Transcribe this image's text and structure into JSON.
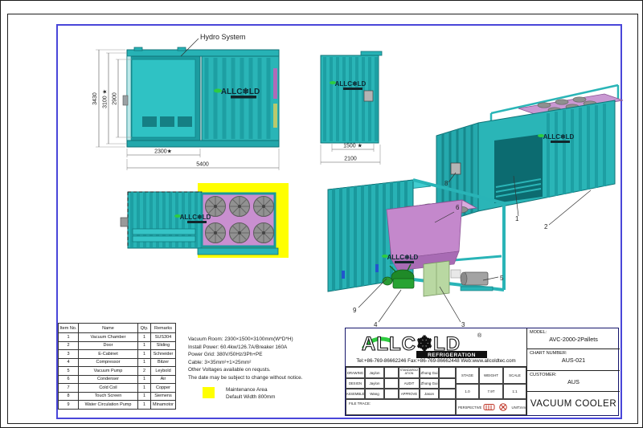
{
  "sheet": {
    "hydro_label": "Hydro System",
    "dimensions": {
      "front_height_outer": "3430",
      "front_height_mid": "3100 ★",
      "front_height_inner": "2900",
      "front_width_door": "2300★",
      "front_width_total": "5400",
      "side_width_inner": "1500 ★",
      "side_width_total": "2100"
    },
    "callouts": {
      "c1": "1",
      "c2": "2",
      "c3": "3",
      "c4": "4",
      "c5": "5",
      "c6": "6",
      "c8": "8",
      "c9": "9"
    }
  },
  "logo": {
    "wordmark": "ALLC❄LD",
    "registered": "®",
    "subtitle": "REFRIGERATION"
  },
  "parts_table": {
    "headers": [
      "Item No.",
      "Name",
      "Qty.",
      "Remarks"
    ],
    "rows": [
      {
        "no": "1",
        "name": "Vacuum Chamber",
        "qty": "1",
        "remarks": "SUS304"
      },
      {
        "no": "2",
        "name": "Door",
        "qty": "1",
        "remarks": "Sliding"
      },
      {
        "no": "3",
        "name": "E-Cabinet",
        "qty": "1",
        "remarks": "Schneider"
      },
      {
        "no": "4",
        "name": "Compressor",
        "qty": "1",
        "remarks": "Bitzer"
      },
      {
        "no": "5",
        "name": "Vacuum Pump",
        "qty": "2",
        "remarks": "Leybold"
      },
      {
        "no": "6",
        "name": "Condenser",
        "qty": "1",
        "remarks": "Air"
      },
      {
        "no": "7",
        "name": "Cold Coil",
        "qty": "1",
        "remarks": "Copper"
      },
      {
        "no": "8",
        "name": "Touch Screen",
        "qty": "1",
        "remarks": "Siemens"
      },
      {
        "no": "9",
        "name": "Water Circulation Pump",
        "qty": "1",
        "remarks": "Minamotor"
      }
    ]
  },
  "notes": {
    "lines": [
      "Vacuum Room:  2300×1500×3100mm(W*D*H)",
      "Install Power:  60.4kw/126.7A/Breaker 160A",
      "Power Grid:  380V/50Hz/3Ph+PE",
      "Cable:  3×35mm²+1×25mm²",
      "Other Voltages available on requsts.",
      "The date may be subject to change without notice."
    ],
    "legend": {
      "maintenance": "Maintenance Area",
      "default_width": "Default Width 800mm"
    }
  },
  "title_block": {
    "contact": "Tel:+86-769-86662246 Fax:+86-769-86662448 Web:www.allcoldtec.com",
    "drawing_label": "DRAWING",
    "drawing_value": "Jaylon",
    "design_label": "DESIGN",
    "design_value": "Jaylon",
    "assemble_label": "ASSEMBLE",
    "assemble_value": "Wang",
    "standardization_label": "STANDARDIZATION",
    "standardization_value": "Zhong Gui",
    "audit_label": "AUDIT",
    "audit_value": "Zhong Gui",
    "approve_label": "APPROVE",
    "approve_value": "Jason",
    "file_trace_label": "FILE TRACE:",
    "stage_label": "STAGE",
    "stage_value": "1.0",
    "weight_label": "WEIGHT",
    "weight_value": "7.9T",
    "scale_label": "SCALE",
    "scale_value": "1:1",
    "perspective_label": "PERSPECTIVE",
    "unit_label": "UNIT:mm",
    "model_label": "MODEL:",
    "model_value": "AVC-2000-2Pallets",
    "chart_label": "CHART NUMBER:",
    "chart_value": "AUS-021",
    "customer_label": "CUSTOMER:",
    "customer_value": "AUS",
    "doc_title": "VACUUM COOLER"
  },
  "colors": {
    "teal": "#2ab5b7",
    "teal_dark": "#1d9fa3",
    "purple": "#c98fd0",
    "maintenance_yellow": "#ffff00",
    "frame_blue": "#4946d9"
  }
}
